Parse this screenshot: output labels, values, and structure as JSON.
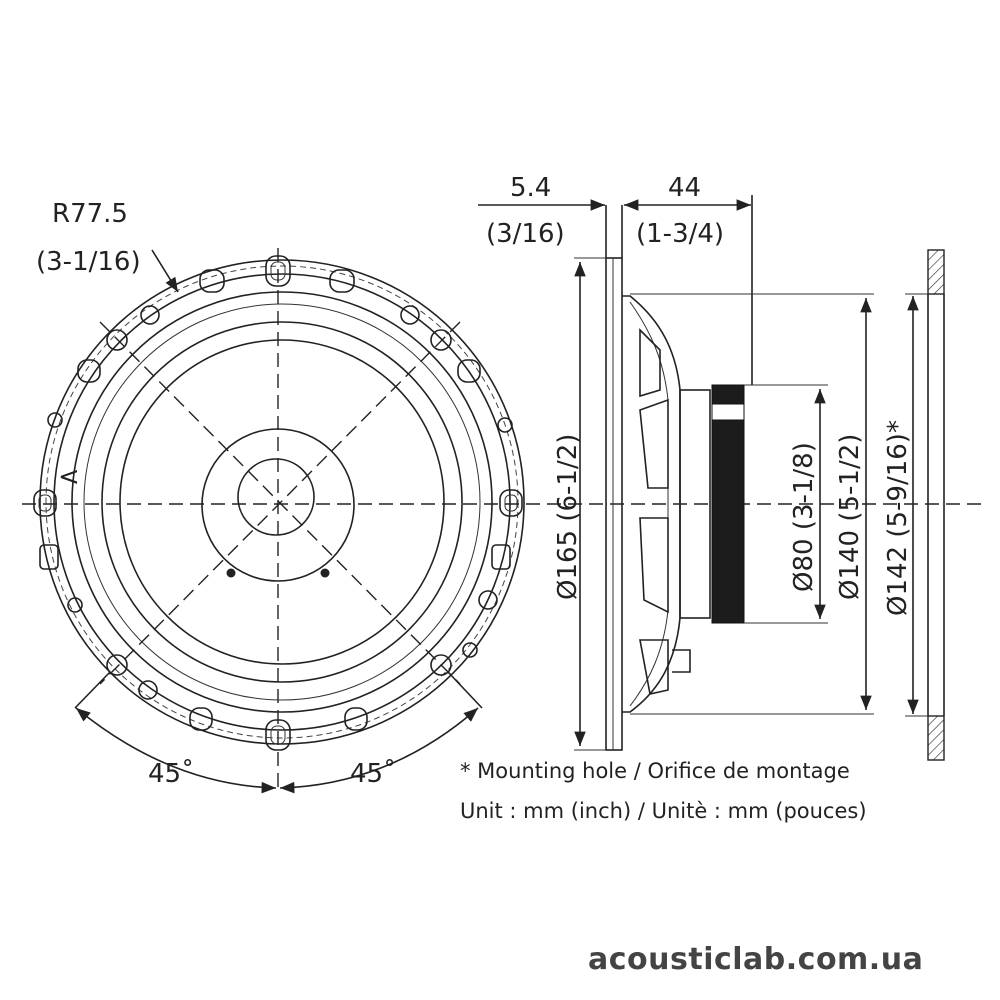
{
  "radius_label": {
    "value": "R77.5",
    "inch": "(3-1/16)"
  },
  "angles": {
    "left": "45˚",
    "right": "45˚"
  },
  "top_dims": {
    "flange": {
      "value": "5.4",
      "inch": "(3/16)"
    },
    "depth": {
      "value": "44",
      "inch": "(1-3/4)"
    }
  },
  "vertical_dims": {
    "outer": "Ø165 (6-1/2)",
    "magnet": "Ø80 (3-1/8)",
    "cone": "Ø140 (5-1/2)",
    "hole": "Ø142 (5-9/16)*"
  },
  "notes": {
    "mounting_hole": "* Mounting hole / Orifice de montage",
    "unit": "Unit : mm (inch) / Unitè : mm (pouces)"
  },
  "brand": "acousticlab.com.ua",
  "glyph": "<",
  "colors": {
    "line": "#222222",
    "brand": "#444444",
    "background": "#ffffff"
  }
}
